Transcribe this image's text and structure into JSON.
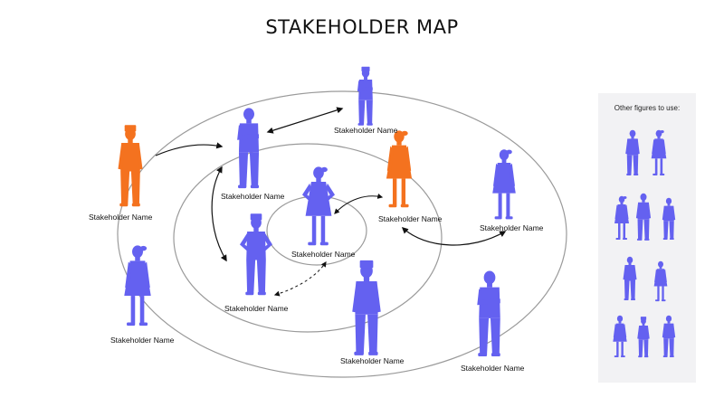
{
  "title": "STAKEHOLDER MAP",
  "colors": {
    "primary": "#6461f0",
    "accent": "#f4721f",
    "ring": "#9a9a9a",
    "arrow": "#111111",
    "panel": "#f2f2f4"
  },
  "stakeholders": [
    {
      "id": "s1",
      "label": "Stakeholder Name",
      "color": "accent"
    },
    {
      "id": "s2",
      "label": "Stakeholder Name",
      "color": "primary"
    },
    {
      "id": "s3",
      "label": "Stakeholder Name",
      "color": "primary"
    },
    {
      "id": "s4",
      "label": "Stakeholder Name",
      "color": "primary"
    },
    {
      "id": "s5",
      "label": "Stakeholder Name",
      "color": "accent"
    },
    {
      "id": "s6",
      "label": "Stakeholder Name",
      "color": "primary"
    },
    {
      "id": "s7",
      "label": "Stakeholder Name",
      "color": "primary"
    },
    {
      "id": "s8",
      "label": "Stakeholder Name",
      "color": "primary"
    },
    {
      "id": "s9",
      "label": "Stakeholder Name",
      "color": "primary"
    },
    {
      "id": "s10",
      "label": "Stakeholder Name",
      "color": "primary"
    }
  ],
  "side_panel": {
    "title": "Other figures to use:"
  }
}
